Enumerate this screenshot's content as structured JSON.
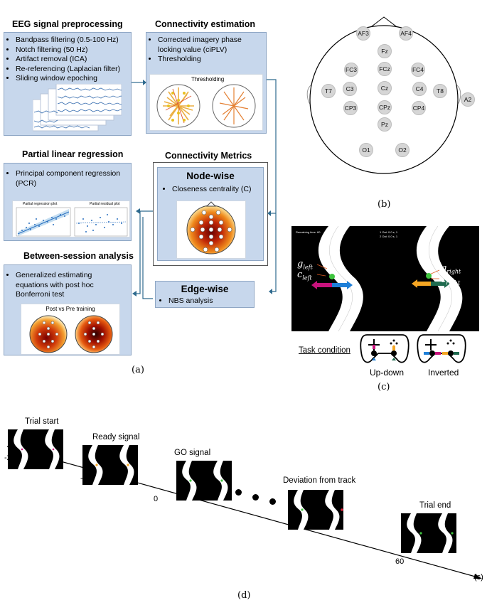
{
  "panel_a": {
    "label": "(a)",
    "preprocessing": {
      "title": "EEG signal preprocessing",
      "items": [
        "Bandpass filtering (0.5-100 Hz)",
        "Notch filtering (50 Hz)",
        "Artifact removal (ICA)",
        "Re-referencing (Laplacian filter)",
        "Sliding window epoching"
      ]
    },
    "connectivity_estimation": {
      "title": "Connectivity estimation",
      "items": [
        "Corrected imagery phase locking value (ciPLV)",
        "Thresholding"
      ],
      "image_caption": "Thresholding"
    },
    "connectivity_metrics": {
      "title": "Connectivity Metrics",
      "node_wise": {
        "title": "Node-wise",
        "items": [
          "Closeness centrality (C)"
        ]
      },
      "edge_wise": {
        "title": "Edge-wise",
        "items": [
          "NBS analysis"
        ]
      }
    },
    "regression": {
      "title": "Partial linear regression",
      "items": [
        "Principal component regression (PCR)"
      ],
      "plot1_title": "Partial regression plot",
      "plot2_title": "Partial residual plot"
    },
    "between_session": {
      "title": "Between-session analysis",
      "items": [
        "Generalized estimating equations with post hoc Bonferroni test"
      ],
      "image_caption": "Post vs Pre training"
    }
  },
  "panel_b": {
    "label": "(b)",
    "electrodes": [
      "AF3",
      "AF4",
      "Fz",
      "FC3",
      "FCz",
      "FC4",
      "T7",
      "C3",
      "Cz",
      "C4",
      "T8",
      "A2",
      "CP3",
      "CPz",
      "CP4",
      "Pz",
      "O1",
      "O2"
    ]
  },
  "panel_c": {
    "label": "(c)",
    "g_left": "g",
    "g_left_sub": "left",
    "c_left": "c",
    "c_left_sub": "left",
    "g_right": "g",
    "g_right_sub": "right",
    "c_right": "c",
    "c_right_sub": "right",
    "task_condition": "Task condition",
    "updown": "Up-down",
    "inverted": "Inverted"
  },
  "panel_d": {
    "label": "(d)",
    "events": [
      "Trial start",
      "Ready signal",
      "GO signal",
      "Deviation from track",
      "Trial end"
    ],
    "ticks": [
      "-2",
      "-1",
      "0",
      "60"
    ],
    "unit": "(s)"
  },
  "colors": {
    "box_fill": "#c7d7ec",
    "arrow": "#2e6a8e",
    "green": "#3fc43f",
    "magenta": "#c8127c",
    "blue": "#1e7fd8",
    "orange": "#f5a623",
    "dark_green": "#1f6b4f"
  }
}
